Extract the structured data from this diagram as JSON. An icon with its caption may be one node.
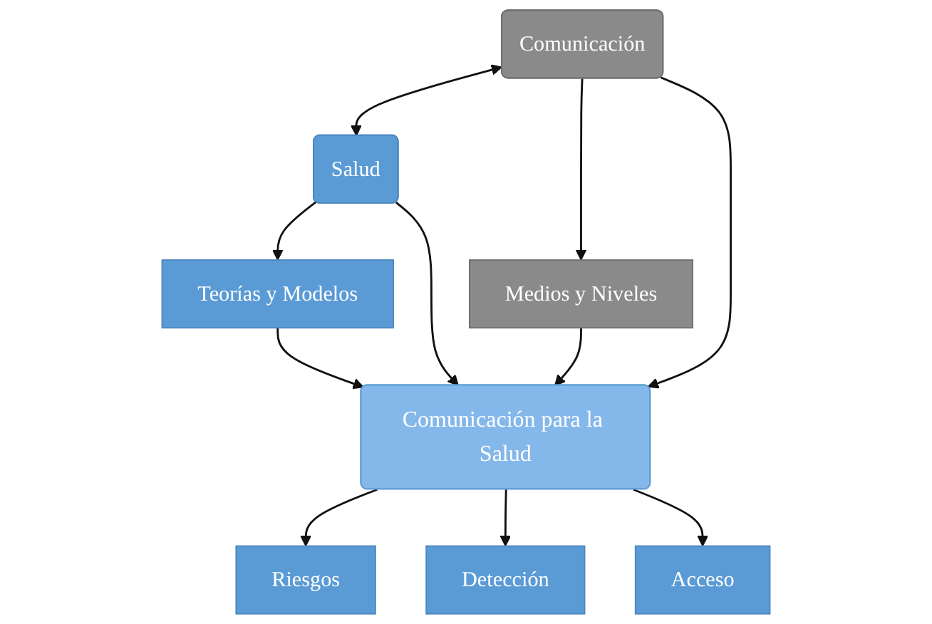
{
  "diagram": {
    "nodes": [
      {
        "text": [
          "Comunicación"
        ]
      },
      {
        "text": [
          "Salud"
        ]
      },
      {
        "text": [
          "Medios y Niveles"
        ]
      },
      {
        "text": [
          "Teorías y Modelos"
        ]
      },
      {
        "text": [
          "Comunicación para la Salud"
        ]
      },
      {
        "text": [
          "Riesgos"
        ]
      },
      {
        "text": [
          "Detección"
        ]
      },
      {
        "text": [
          "Acceso"
        ]
      }
    ],
    "edges": [
      {
        "from": 0,
        "to": 1,
        "arrow": "both"
      },
      {
        "from": 0,
        "to": 2,
        "arrow": "to"
      },
      {
        "from": 1,
        "to": 3,
        "arrow": "to"
      },
      {
        "from": 0,
        "to": 4,
        "arrow": "to"
      },
      {
        "from": 1,
        "to": 4,
        "arrow": "to"
      },
      {
        "from": 2,
        "to": 4,
        "arrow": "to"
      },
      {
        "from": 3,
        "to": 4,
        "arrow": "to"
      },
      {
        "from": 4,
        "to": 5,
        "arrow": "to"
      },
      {
        "from": 4,
        "to": 6,
        "arrow": "to"
      },
      {
        "from": 4,
        "to": 7,
        "arrow": "to"
      }
    ]
  }
}
